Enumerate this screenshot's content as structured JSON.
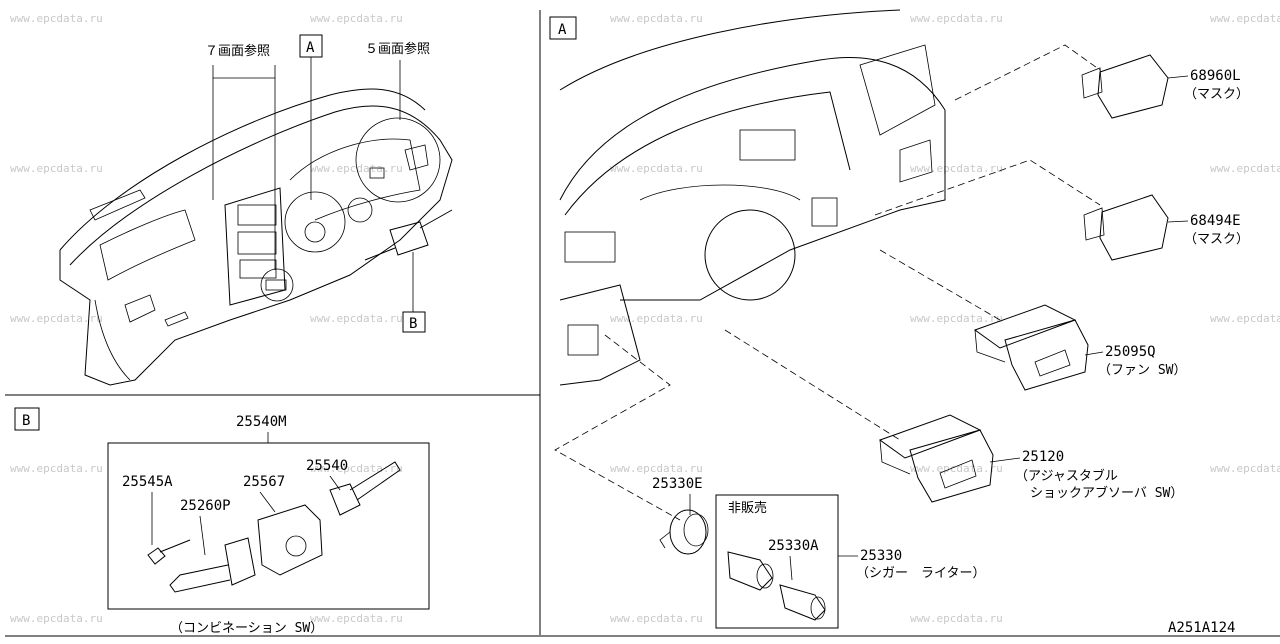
{
  "watermark": "www.epcdata.ru",
  "figure_code": "A251A124",
  "overview": {
    "ref_page_7": "７画面参照",
    "ref_page_5": "５画面参照",
    "callout_a": "A",
    "callout_b": "B"
  },
  "section_a": {
    "tag": "A",
    "parts": [
      {
        "number": "68960L",
        "desc": "（マスク）"
      },
      {
        "number": "68494E",
        "desc": "（マスク）"
      },
      {
        "number": "25095Q",
        "desc": "（ファン SW）"
      },
      {
        "number": "25120",
        "desc": "（アジャスタブル",
        "desc2": "ショックアブソーバ SW）"
      },
      {
        "number": "25330E"
      },
      {
        "number": "25330A"
      },
      {
        "number": "25330",
        "desc": "（シガー　ライター）"
      }
    ],
    "not_for_sale": "非販売"
  },
  "section_b": {
    "tag": "B",
    "assembly_number": "25540M",
    "parts": [
      {
        "number": "25545A"
      },
      {
        "number": "25567"
      },
      {
        "number": "25540"
      },
      {
        "number": "25260P"
      }
    ],
    "caption": "（コンビネーション SW）"
  }
}
